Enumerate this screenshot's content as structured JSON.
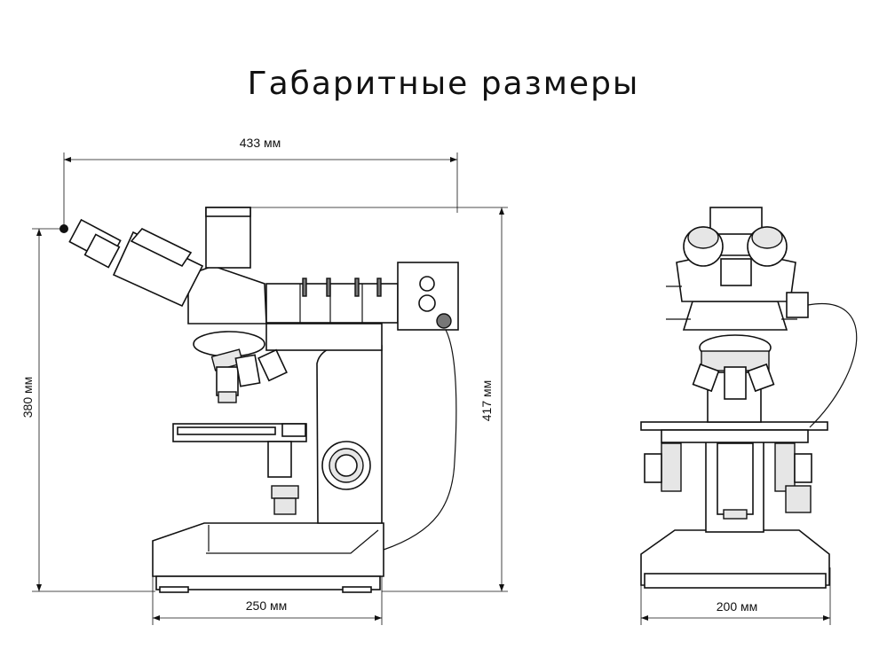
{
  "title": "Габаритные размеры",
  "dimensions": {
    "side_width": "433 мм",
    "side_height_base": "380 мм",
    "side_height_total": "417 мм",
    "base_depth": "250 мм",
    "front_width": "200 мм"
  }
}
